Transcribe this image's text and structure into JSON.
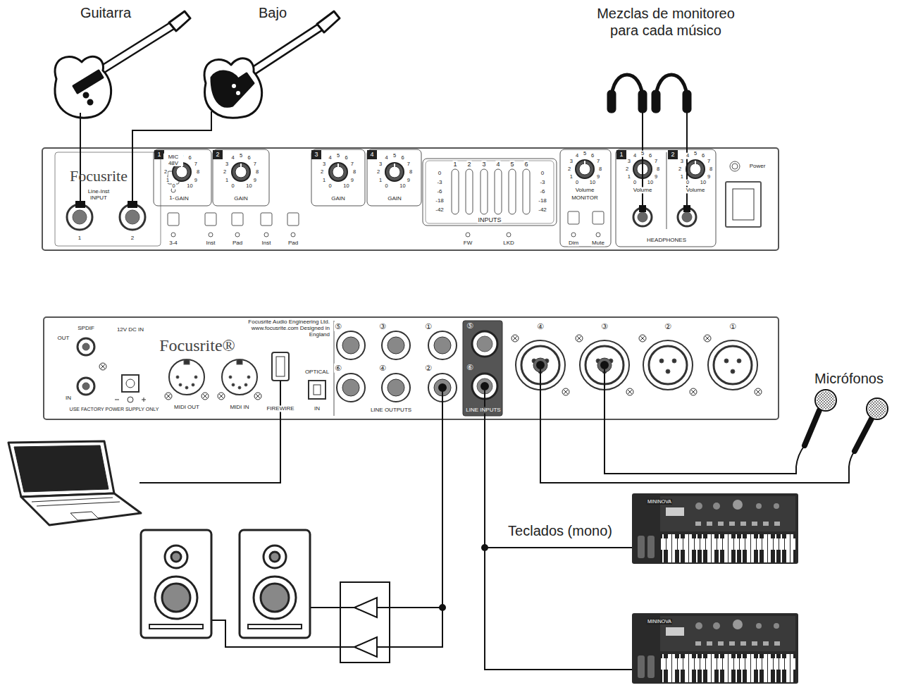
{
  "diagram": {
    "nodes": [
      {
        "text": [
          "Focusrite"
        ]
      },
      {
        "text": [
          "Focusrite®"
        ]
      },
      {
        "text": [
          "Guitarra"
        ]
      },
      {
        "text": [
          "Bajo"
        ]
      },
      {
        "text": [
          "Mezclas de monitoreo para cada músico"
        ]
      },
      {
        "text": [
          "Micrófonos"
        ]
      },
      {
        "text": [
          "Teclados (mono)"
        ]
      }
    ],
    "edges": [
      {
        "from": 2,
        "to": 0,
        "arrow": "none"
      },
      {
        "from": 3,
        "to": 0,
        "arrow": "none"
      },
      {
        "from": 4,
        "to": 0,
        "arrow": "none"
      },
      {
        "from": 4,
        "to": 0,
        "arrow": "none"
      },
      {
        "from": 5,
        "to": 1,
        "arrow": "none"
      },
      {
        "from": 5,
        "to": 1,
        "arrow": "none"
      },
      {
        "from": 6,
        "to": 1,
        "arrow": "none"
      },
      {
        "from": 6,
        "to": 1,
        "arrow": "none"
      }
    ],
    "labels": [
      "0",
      "1",
      "2",
      "3",
      "4",
      "5",
      "6",
      "7",
      "8",
      "9",
      "10",
      "0",
      "1",
      "2",
      "3",
      "4",
      "5",
      "6",
      "7",
      "8",
      "9",
      "10",
      "0",
      "1",
      "2",
      "3",
      "4",
      "5",
      "6",
      "7",
      "8",
      "9",
      "10",
      "0",
      "1",
      "2",
      "3",
      "4",
      "5",
      "6",
      "7",
      "8",
      "9",
      "10",
      "0",
      "1",
      "2",
      "3",
      "4",
      "5",
      "6",
      "7",
      "8",
      "9",
      "10",
      "0",
      "1",
      "2",
      "3",
      "4",
      "5",
      "6",
      "7",
      "8",
      "9",
      "10",
      "0",
      "1",
      "2",
      "3",
      "4",
      "5",
      "6",
      "7",
      "8",
      "9",
      "10",
      "Line-Inst INPUT",
      "1",
      "2",
      "MIC 48V",
      "1-2",
      "3-4",
      "1",
      "2",
      "3",
      "4",
      "GAIN",
      "GAIN",
      "GAIN",
      "GAIN",
      "Inst",
      "Pad",
      "Inst",
      "Pad",
      "1",
      "2",
      "3",
      "4",
      "5",
      "6",
      "0",
      "-3",
      "-6",
      "-18",
      "-42",
      "0",
      "-3",
      "-6",
      "-18",
      "-42",
      "INPUTS",
      "FW",
      "LKD",
      "Volume",
      "MONITOR",
      "Dim",
      "Mute",
      "1",
      "2",
      "Volume",
      "Volume",
      "HEADPHONES",
      "Power",
      "SPDIF",
      "OUT",
      "IN",
      "12V DC IN",
      "USE FACTORY POWER SUPPLY ONLY",
      "MIDI OUT",
      "MIDI IN",
      "Focusrite Audio Engineering Ltd. www.focusrite.com Designed in England",
      "FIREWIRE",
      "OPTICAL",
      "IN",
      "⑤",
      "③",
      "①",
      "⑥",
      "④",
      "②",
      "LINE OUTPUTS",
      "⑤",
      "⑥",
      "LINE INPUTS",
      "④",
      "③",
      "②",
      "①",
      "MININOVA",
      "MININOVA"
    ]
  }
}
